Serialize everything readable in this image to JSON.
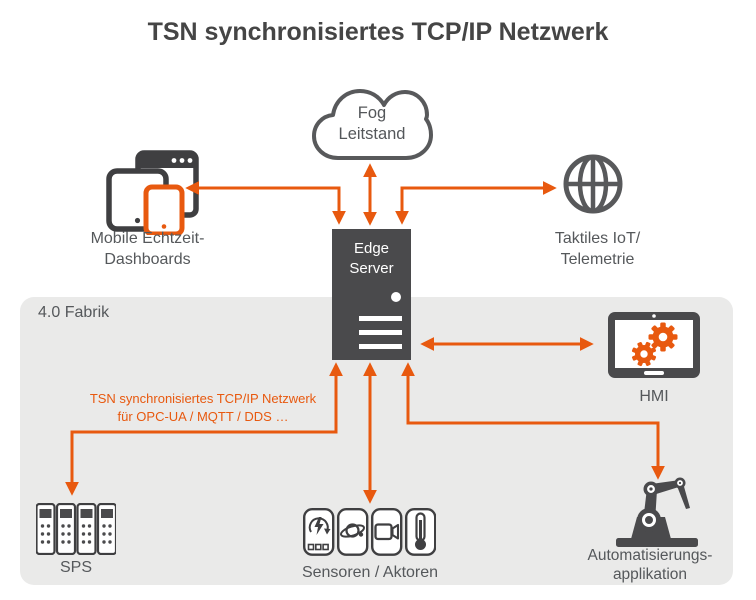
{
  "title": "TSN synchronisiertes TCP/IP Netzwerk",
  "factory_zone": {
    "label": "4.0 Fabrik"
  },
  "network_note": {
    "line1": "TSN synchronisiertes TCP/IP Netzwerk",
    "line2": "für OPC-UA / MQTT / DDS …"
  },
  "nodes": {
    "fog": {
      "line1": "Fog",
      "line2": "Leitstand"
    },
    "edge_server": {
      "line1": "Edge",
      "line2": "Server"
    },
    "mobile_dashboards": {
      "line1": "Mobile Echtzeit-",
      "line2": "Dashboards"
    },
    "tactile_iot": {
      "line1": "Taktiles IoT/",
      "line2": "Telemetrie"
    },
    "hmi": {
      "label": "HMI"
    },
    "sps": {
      "label": "SPS"
    },
    "sensors": {
      "label": "Sensoren / Aktoren"
    },
    "automation": {
      "line1": "Automatisierungs-",
      "line2": "applikation"
    }
  },
  "colors": {
    "accent_orange": "#E8590F",
    "icon_dark": "#4A4A4C",
    "zone_gray": "#EAEAE9"
  }
}
